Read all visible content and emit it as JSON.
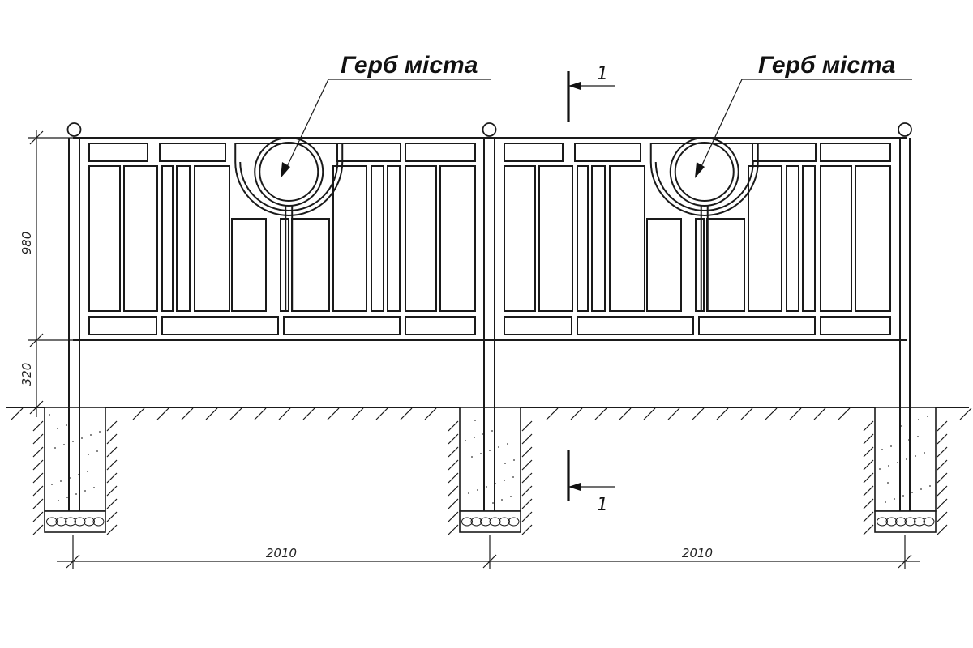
{
  "labels": {
    "coat_of_arms_left": "Герб міста",
    "coat_of_arms_right": "Герб міста"
  },
  "section": {
    "top_mark": "1",
    "bottom_mark": "1"
  },
  "dimensions": {
    "fence_height": "980",
    "clearance_height": "320",
    "span_left": "2010",
    "span_right": "2010"
  },
  "colors": {
    "line": "#1a1a1a",
    "background": "#ffffff"
  }
}
